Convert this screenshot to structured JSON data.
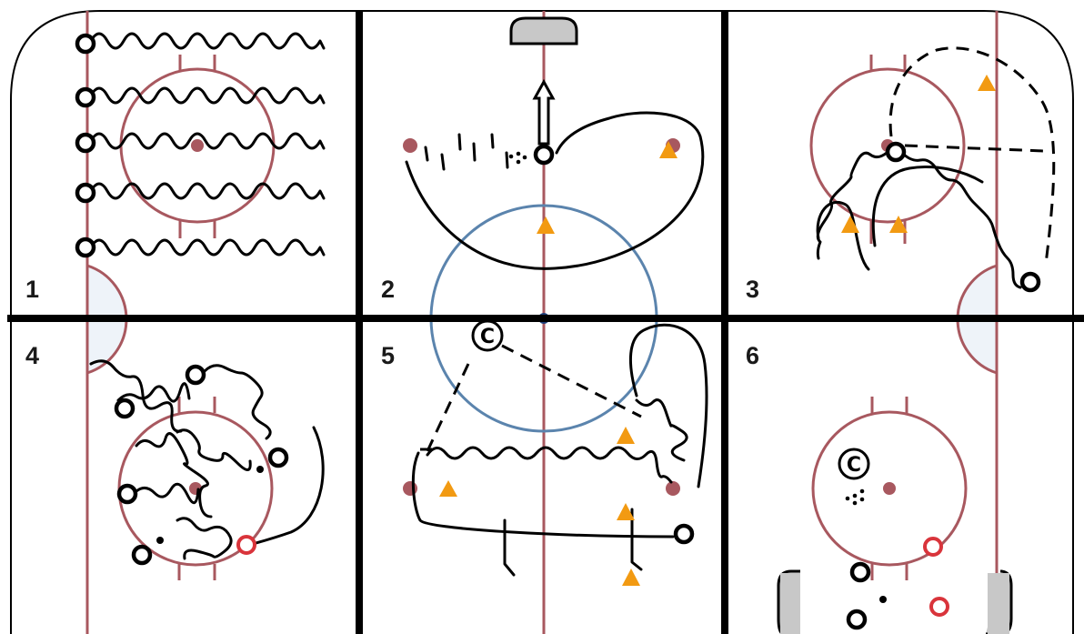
{
  "diagram": {
    "zones": [
      {
        "id": 1,
        "label": "1"
      },
      {
        "id": 2,
        "label": "2"
      },
      {
        "id": 3,
        "label": "3"
      },
      {
        "id": 4,
        "label": "4"
      },
      {
        "id": 5,
        "label": "5"
      },
      {
        "id": 6,
        "label": "6"
      }
    ],
    "captain_symbol": "C",
    "colors": {
      "board": "#000000",
      "red_line": "#a8585f",
      "faceoff_circle": "#a8585f",
      "center_circle": "#5b84ad",
      "crease_fill": "#eef3f9",
      "net_fill": "#c8c8c8",
      "cone": "#f29a12",
      "player": "#000000",
      "player_highlight": "#d9343b"
    },
    "icons": [
      "player-icon",
      "cone-icon",
      "puck-icon",
      "captain-icon",
      "net-icon"
    ]
  }
}
